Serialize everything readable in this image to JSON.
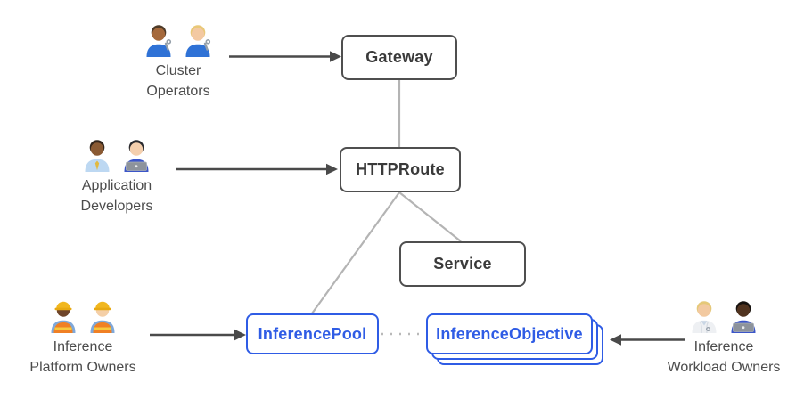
{
  "colors": {
    "node_border": "#4f4f4f",
    "node_text": "#3a3a3a",
    "accent_blue": "#2f5ce5",
    "connector_gray": "#b4b4b4",
    "arrow_dark": "#4a4a4a",
    "label_text": "#4c4c4c",
    "background": "#ffffff"
  },
  "nodes": {
    "gateway": {
      "label": "Gateway",
      "style": "gray"
    },
    "httproute": {
      "label": "HTTPRoute",
      "style": "gray"
    },
    "service": {
      "label": "Service",
      "style": "gray"
    },
    "inference_pool": {
      "label": "InferencePool",
      "style": "blue"
    },
    "inference_objective": {
      "label": "InferenceObjective",
      "style": "blue",
      "stacked": true,
      "stack_count": 3
    }
  },
  "actors": {
    "cluster_operators": {
      "label_lines": [
        "Cluster",
        "Operators"
      ],
      "icons": [
        "man-mechanic-emoji",
        "woman-mechanic-emoji"
      ],
      "emoji": [
        "👨🏽‍🔧",
        "👩🏼‍🔧"
      ]
    },
    "application_developers": {
      "label_lines": [
        "Application",
        "Developers"
      ],
      "icons": [
        "man-office-worker-emoji",
        "woman-technologist-emoji"
      ],
      "emoji": [
        "👨🏾‍💼",
        "👩🏻‍💻"
      ]
    },
    "inference_platform_owners": {
      "label_lines": [
        "Inference",
        "Platform Owners"
      ],
      "icons": [
        "woman-construction-worker-emoji",
        "man-construction-worker-emoji"
      ],
      "emoji": [
        "👷🏿‍♀️",
        "👷🏻"
      ]
    },
    "inference_workload_owners": {
      "label_lines": [
        "Inference",
        "Workload Owners"
      ],
      "icons": [
        "health-worker-emoji",
        "man-technologist-emoji"
      ],
      "emoji": [
        "🧑🏼‍⚕️",
        "👨🏿‍💻"
      ]
    }
  },
  "edges": [
    {
      "from": "cluster_operators",
      "to": "gateway",
      "style": "arrow"
    },
    {
      "from": "application_developers",
      "to": "httproute",
      "style": "arrow"
    },
    {
      "from": "inference_platform_owners",
      "to": "inference_pool",
      "style": "arrow"
    },
    {
      "from": "inference_workload_owners",
      "to": "inference_objective",
      "style": "arrow"
    },
    {
      "from": "gateway",
      "to": "httproute",
      "style": "line"
    },
    {
      "from": "httproute",
      "to": "inference_pool",
      "style": "line"
    },
    {
      "from": "httproute",
      "to": "service",
      "style": "line"
    },
    {
      "from": "inference_pool",
      "to": "inference_objective",
      "style": "dotted"
    }
  ]
}
